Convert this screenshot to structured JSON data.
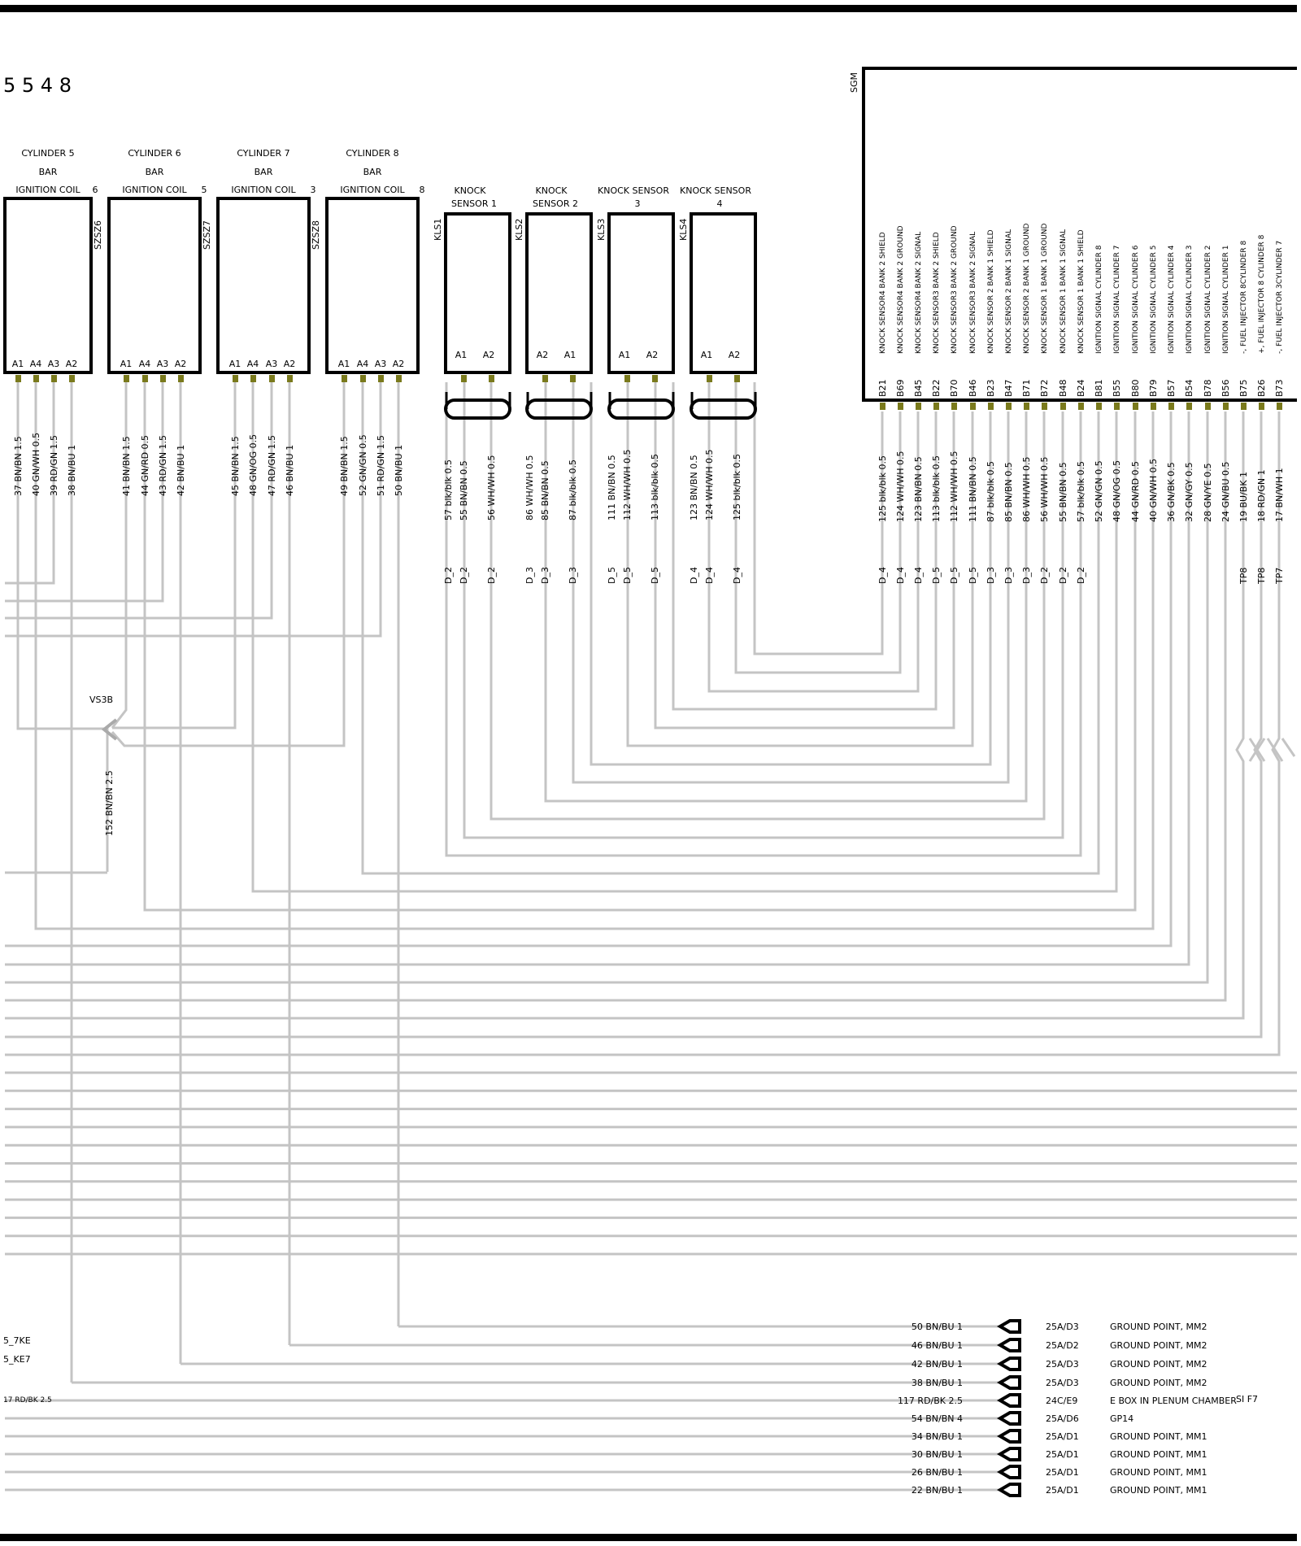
{
  "page_number": "5 5 4 8",
  "sgm_label": "SGM",
  "vs_label": "VS3B",
  "vs_wire": "152 BN/BN 2.5",
  "coils": [
    {
      "l1": "CYLINDER 5",
      "l2": "BAR",
      "l3": "IGNITION COIL",
      "num": "6",
      "ref": "SZSZ6",
      "pins": [
        "A1",
        "A4",
        "A3",
        "A2"
      ],
      "wires": [
        "37 BN/BN 1.5",
        "40 GN/WH 0.5",
        "39 RD/GN 1.5",
        "38 BN/BU 1"
      ]
    },
    {
      "l1": "CYLINDER 6",
      "l2": "BAR",
      "l3": "IGNITION COIL",
      "num": "5",
      "ref": "SZSZ7",
      "pins": [
        "A1",
        "A4",
        "A3",
        "A2"
      ],
      "wires": [
        "41 BN/BN 1.5",
        "44 GN/RD 0.5",
        "43 RD/GN 1.5",
        "42 BN/BU 1"
      ]
    },
    {
      "l1": "CYLINDER 7",
      "l2": "BAR",
      "l3": "IGNITION COIL",
      "num": "3",
      "ref": "SZSZ8",
      "pins": [
        "A1",
        "A4",
        "A3",
        "A2"
      ],
      "wires": [
        "45 BN/BN 1.5",
        "48 GN/OG 0.5",
        "47 RD/GN 1.5",
        "46 BN/BU 1"
      ]
    },
    {
      "l1": "CYLINDER 8",
      "l2": "BAR",
      "l3": "IGNITION COIL",
      "num": "8",
      "ref": "",
      "pins": [
        "A1",
        "A4",
        "A3",
        "A2"
      ],
      "wires": [
        "49 BN/BN 1.5",
        "52 GN/GN 0.5",
        "51 RD/GN 1.5",
        "50 BN/BU 1"
      ]
    }
  ],
  "knock": [
    {
      "l1": "KNOCK",
      "l2": "SENSOR 1",
      "ref": "KLS1",
      "pins": [
        "A1",
        "A2"
      ],
      "wires": [
        "57 blk/blk 0.5",
        "55 BN/BN 0.5",
        "56 WH/WH 0.5"
      ],
      "dests": [
        "D_2",
        "D_2",
        "D_2"
      ]
    },
    {
      "l1": "KNOCK",
      "l2": "SENSOR 2",
      "ref": "KLS2",
      "pins": [
        "A2",
        "A1"
      ],
      "wires": [
        "86 WH/WH 0.5",
        "85 BN/BN 0.5",
        "87 blk/blk 0.5"
      ],
      "dests": [
        "D_3",
        "D_3",
        "D_3"
      ]
    },
    {
      "l1": "KNOCK SENSOR",
      "l2": "3",
      "ref": "KLS3",
      "pins": [
        "A1",
        "A2"
      ],
      "wires": [
        "111 BN/BN 0.5",
        "112 WH/WH 0.5",
        "113 blk/blk 0.5"
      ],
      "dests": [
        "D_5",
        "D_5",
        "D_5"
      ]
    },
    {
      "l1": "KNOCK SENSOR",
      "l2": "4",
      "ref": "KLS4",
      "pins": [
        "A1",
        "A2"
      ],
      "wires": [
        "123 BN/BN 0.5",
        "124 WH/WH 0.5",
        "125 blk/blk 0.5"
      ],
      "dests": [
        "D_4",
        "D_4",
        "D_4"
      ]
    }
  ],
  "sgm_pins": [
    {
      "pin": "B21",
      "func": "KNOCK SENSOR4  BANK 2 SHIELD",
      "wire": "125 blk/blk 0.5",
      "dest": "D_4"
    },
    {
      "pin": "B69",
      "func": "KNOCK SENSOR4  BANK 2 GROUND",
      "wire": "124 WH/WH 0.5",
      "dest": "D_4"
    },
    {
      "pin": "B45",
      "func": "KNOCK SENSOR4  BANK 2 SIGNAL",
      "wire": "123 BN/BN 0.5",
      "dest": "D_4"
    },
    {
      "pin": "B22",
      "func": "KNOCK SENSOR3  BANK 2 SHIELD",
      "wire": "113 blk/blk 0.5",
      "dest": "D_5"
    },
    {
      "pin": "B70",
      "func": "KNOCK SENSOR3  BANK 2 GROUND",
      "wire": "112 WH/WH 0.5",
      "dest": "D_5"
    },
    {
      "pin": "B46",
      "func": "KNOCK SENSOR3  BANK 2 SIGNAL",
      "wire": "111 BN/BN 0.5",
      "dest": "D_5"
    },
    {
      "pin": "B23",
      "func": "KNOCK SENSOR 2 BANK 1 SHIELD",
      "wire": "87 blk/blk 0.5",
      "dest": "D_3"
    },
    {
      "pin": "B47",
      "func": "KNOCK SENSOR 2 BANK 1 SIGNAL",
      "wire": "85 BN/BN 0.5",
      "dest": "D_3"
    },
    {
      "pin": "B71",
      "func": "KNOCK SENSOR 2 BANK 1 GROUND",
      "wire": "86 WH/WH 0.5",
      "dest": "D_3"
    },
    {
      "pin": "B72",
      "func": "KNOCK SENSOR 1  BANK 1 GROUND",
      "wire": "56 WH/WH 0.5",
      "dest": "D_2"
    },
    {
      "pin": "B48",
      "func": "KNOCK SENSOR 1  BANK 1 SIGNAL",
      "wire": "55 BN/BN 0.5",
      "dest": "D_2"
    },
    {
      "pin": "B24",
      "func": "KNOCK SENSOR 1  BANK 1 SHIELD",
      "wire": "57 blk/blk 0.5",
      "dest": "D_2"
    },
    {
      "pin": "B81",
      "func": "IGNITION SIGNAL CYLINDER 8",
      "wire": "52 GN/GN 0.5",
      "dest": ""
    },
    {
      "pin": "B55",
      "func": "IGNITION SIGNAL CYLINDER 7",
      "wire": "48 GN/OG 0.5",
      "dest": ""
    },
    {
      "pin": "B80",
      "func": "IGNITION SIGNAL CYLINDER 6",
      "wire": "44 GN/RD 0.5",
      "dest": ""
    },
    {
      "pin": "B79",
      "func": "IGNITION SIGNAL CYLINDER 5",
      "wire": "40 GN/WH 0.5",
      "dest": ""
    },
    {
      "pin": "B57",
      "func": "IGNITION SIGNAL CYLINDER 4",
      "wire": "36 GN/BK 0.5",
      "dest": ""
    },
    {
      "pin": "B54",
      "func": "IGNITION SIGNAL CYLINDER 3",
      "wire": "32 GN/GY 0.5",
      "dest": ""
    },
    {
      "pin": "B78",
      "func": "IGNITION SIGNAL CYLINDER 2",
      "wire": "28 GN/YE 0.5",
      "dest": ""
    },
    {
      "pin": "B56",
      "func": "IGNITION SIGNAL CYLINDER 1",
      "wire": "24 GN/BU 0.5",
      "dest": ""
    },
    {
      "pin": "B75",
      "func": "-, FUEL  INJECTOR 8CYLINDER 8",
      "wire": "19 BU/BK 1",
      "dest": "TP8"
    },
    {
      "pin": "B26",
      "func": "+, FUEL INJECTOR 8 CYLINDER 8",
      "wire": "18 RD/GN 1",
      "dest": "TP8"
    },
    {
      "pin": "B73",
      "func": "-, FUEL  INJECTOR 3CYLINDER 7",
      "wire": "17 BN/WH 1",
      "dest": "TP7"
    }
  ],
  "ground_rows": [
    {
      "wire": "50 BN/BU 1",
      "ref": "25A/D3",
      "desc": "GROUND POINT, MM2"
    },
    {
      "wire": "46 BN/BU 1",
      "ref": "25A/D2",
      "desc": "GROUND POINT, MM2"
    },
    {
      "wire": "42 BN/BU 1",
      "ref": "25A/D3",
      "desc": "GROUND POINT, MM2"
    },
    {
      "wire": "38 BN/BU 1",
      "ref": "25A/D3",
      "desc": "GROUND POINT, MM2"
    },
    {
      "wire": "117 RD/BK 2.5",
      "ref": "24C/E9",
      "desc": "E BOX  IN PLENUM CHAMBER"
    },
    {
      "wire": "54 BN/BN 4",
      "ref": "25A/D6",
      "desc": "GP14"
    },
    {
      "wire": "34 BN/BU 1",
      "ref": "25A/D1",
      "desc": "GROUND POINT, MM1"
    },
    {
      "wire": "30 BN/BU 1",
      "ref": "25A/D1",
      "desc": "GROUND POINT, MM1"
    },
    {
      "wire": "26 BN/BU 1",
      "ref": "25A/D1",
      "desc": "GROUND POINT, MM1"
    },
    {
      "wire": "22 BN/BU 1",
      "ref": "25A/D1",
      "desc": "GROUND POINT, MM1"
    }
  ],
  "left_labels": [
    "5_7KE",
    "5_KE7",
    "17 RD/BK 2.5"
  ],
  "si_label": "SI F7",
  "colors": {
    "wire": "#c4c4c4",
    "box": "#000000",
    "pin": "#7a7a1c"
  }
}
